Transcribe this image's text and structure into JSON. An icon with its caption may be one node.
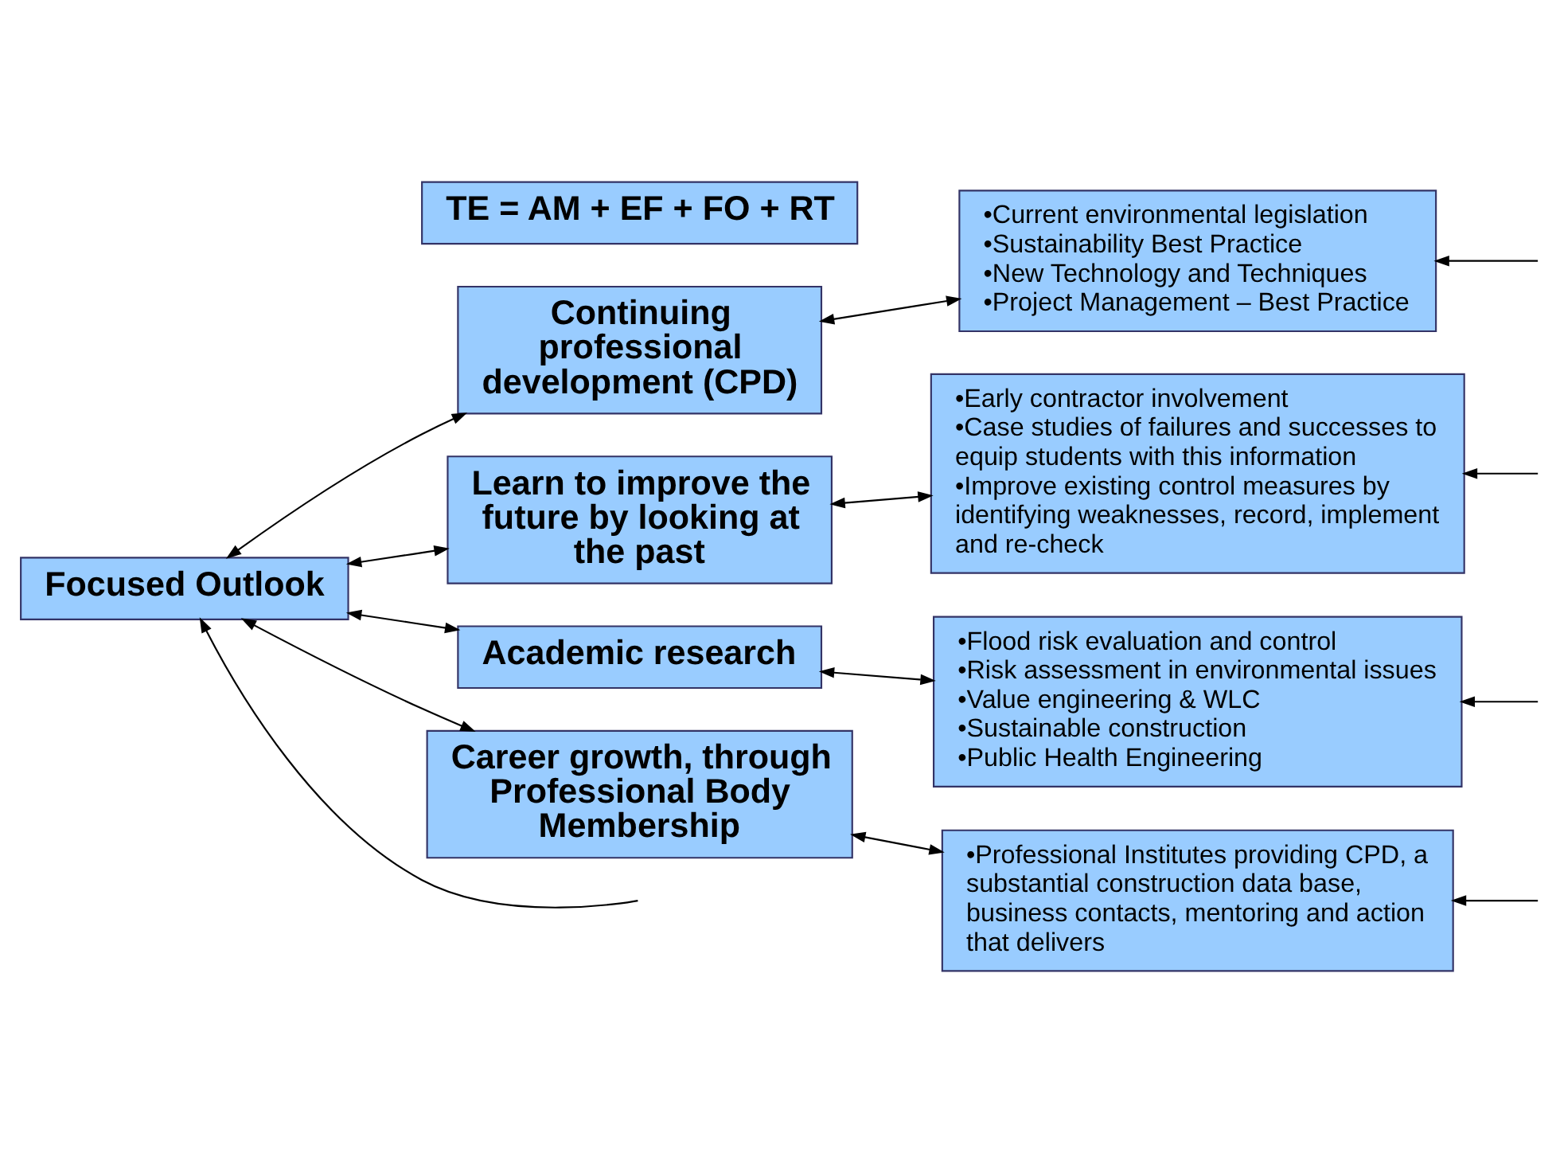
{
  "diagram": {
    "nodes": [
      {
        "text": [
          "Focused Outlook"
        ]
      },
      {
        "text": [
          "TE = AM + EF + FO + RT"
        ]
      },
      {
        "text": [
          "Continuing professional development (CPD)"
        ]
      },
      {
        "text": [
          "•Current environmental legislation",
          "•Sustainability Best Practice",
          "•New Technology and Techniques",
          "•Project Management – Best Practice"
        ]
      },
      {
        "text": [
          "Learn to improve the future by looking at the past"
        ]
      },
      {
        "text": [
          "•Early contractor involvement",
          "•Case studies of failures and successes to equip students with this information",
          "•Improve existing control measures by identifying weaknesses, record, implement and re-check"
        ]
      },
      {
        "text": [
          "Academic research"
        ]
      },
      {
        "text": [
          "•Flood risk evaluation and control",
          "•Risk assessment in environmental issues",
          "•Value engineering & WLC",
          "•Sustainable construction",
          "•Public Health Engineering"
        ]
      },
      {
        "text": [
          "Career growth, through Professional Body Membership"
        ]
      },
      {
        "text": [
          "•Professional Institutes providing CPD, a substantial construction data base, business contacts, mentoring and action that delivers"
        ]
      }
    ],
    "edges": [
      {
        "from": 0,
        "to": 2,
        "arrow": "both"
      },
      {
        "from": 0,
        "to": 4,
        "arrow": "both"
      },
      {
        "from": 0,
        "to": 6,
        "arrow": "both"
      },
      {
        "from": 0,
        "to": 8,
        "arrow": "both"
      },
      {
        "from": 2,
        "to": 3,
        "arrow": "both"
      },
      {
        "from": 4,
        "to": 5,
        "arrow": "both"
      },
      {
        "from": 6,
        "to": 7,
        "arrow": "both"
      },
      {
        "from": 8,
        "to": 9,
        "arrow": "both"
      },
      {
        "from": null,
        "to": 0,
        "arrow": "to"
      },
      {
        "from": null,
        "to": 3,
        "arrow": "to"
      },
      {
        "from": null,
        "to": 5,
        "arrow": "to"
      },
      {
        "from": null,
        "to": 7,
        "arrow": "to"
      },
      {
        "from": null,
        "to": 9,
        "arrow": "to"
      }
    ]
  }
}
